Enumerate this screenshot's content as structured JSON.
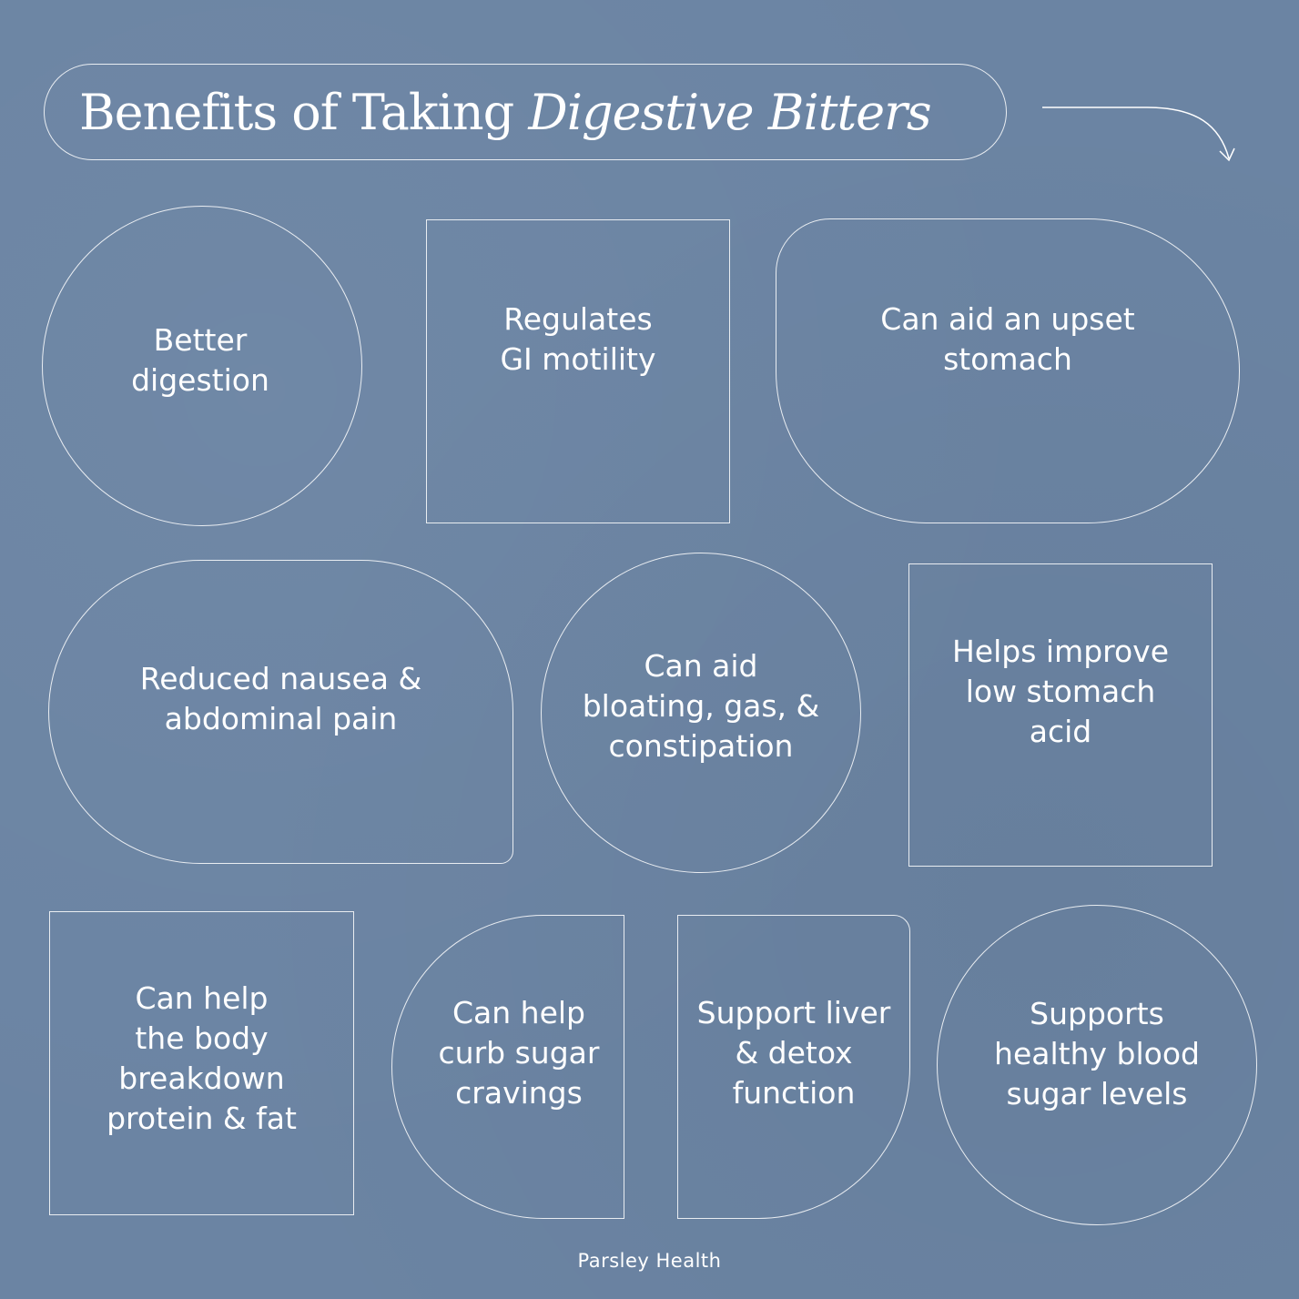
{
  "title": {
    "plain": "Benefits of Taking ",
    "italic": "Digestive Bitters"
  },
  "benefits": [
    {
      "label": "Better\ndigestion",
      "shape": "circle"
    },
    {
      "label": "Regulates\nGI motility",
      "shape": "square"
    },
    {
      "label": "Can aid an upset\nstomach",
      "shape": "rounded-pill"
    },
    {
      "label": "Reduced nausea &\nabdominal pain",
      "shape": "rounded-pill"
    },
    {
      "label": "Can aid\nbloating, gas, &\nconstipation",
      "shape": "circle"
    },
    {
      "label": "Helps improve\nlow stomach\nacid",
      "shape": "square"
    },
    {
      "label": "Can help\nthe body\nbreakdown\nprotein & fat",
      "shape": "square"
    },
    {
      "label": "Can help\ncurb sugar\ncravings",
      "shape": "half-circle-left"
    },
    {
      "label": "Support liver\n& detox\nfunction",
      "shape": "quarter-round-right"
    },
    {
      "label": "Supports\nhealthy blood\nsugar levels",
      "shape": "circle"
    }
  ],
  "footer": "Parsley Health",
  "colors": {
    "background": "#6b84a3",
    "stroke": "#ffffff",
    "text": "#ffffff"
  },
  "icons": {
    "arrow": "curved-arrow-down-right-icon"
  }
}
